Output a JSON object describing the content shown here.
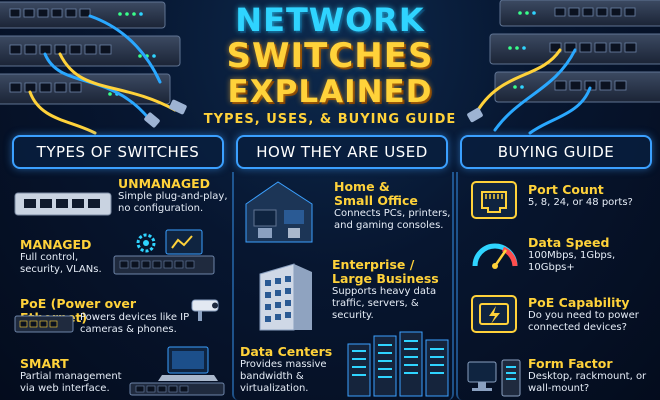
{
  "title": {
    "line1": "NETWORK",
    "line2": "SWITCHES",
    "line3": "EXPLAINED",
    "subtitle": "TYPES, USES, & BUYING GUIDE"
  },
  "columns": {
    "types": {
      "header": "TYPES OF SWITCHES",
      "items": [
        {
          "title": "UNMANAGED",
          "desc": "Simple plug-and-play, no configuration."
        },
        {
          "title": "MANAGED",
          "desc": "Full control, security, VLANs."
        },
        {
          "title": "PoE (Power over Ethernet)",
          "desc": "Powers devices like IP cameras & phones."
        },
        {
          "title": "SMART",
          "desc": "Partial management via web interface."
        }
      ]
    },
    "uses": {
      "header": "HOW THEY ARE USED",
      "items": [
        {
          "title": "Home & Small Office",
          "title_l1": "Home &",
          "title_l2": "Small Office",
          "desc": "Connects PCs, printers, and gaming consoles."
        },
        {
          "title": "Enterprise / Large Business",
          "title_l1": "Enterprise /",
          "title_l2": "Large Business",
          "desc": "Supports heavy data traffic, servers, & security."
        },
        {
          "title": "Data Centers",
          "desc": "Provides massive bandwidth & virtualization."
        }
      ]
    },
    "buying": {
      "header": "BUYING GUIDE",
      "items": [
        {
          "title": "Port Count",
          "desc": "5, 8, 24, or 48 ports?"
        },
        {
          "title": "Data Speed",
          "desc": "100Mbps, 1Gbps, 10Gbps+"
        },
        {
          "title": "PoE Capability",
          "desc": "Do you need to power connected devices?"
        },
        {
          "title": "Form Factor",
          "desc": "Desktop, rackmount, or wall-mount?"
        }
      ]
    }
  },
  "colors": {
    "accent_blue": "#3ba0ff",
    "title_cyan": "#2fd4ff",
    "title_yellow": "#ffd23a",
    "background": "#071630"
  },
  "icons": [
    "network-switch-icon",
    "gear-icon",
    "monitor-icon",
    "security-camera-icon",
    "laptop-icon",
    "house-icon",
    "office-building-icon",
    "server-rack-icon",
    "ethernet-port-icon",
    "speedometer-icon",
    "poe-port-icon",
    "desktop-computer-icon",
    "cabinet-icon"
  ]
}
